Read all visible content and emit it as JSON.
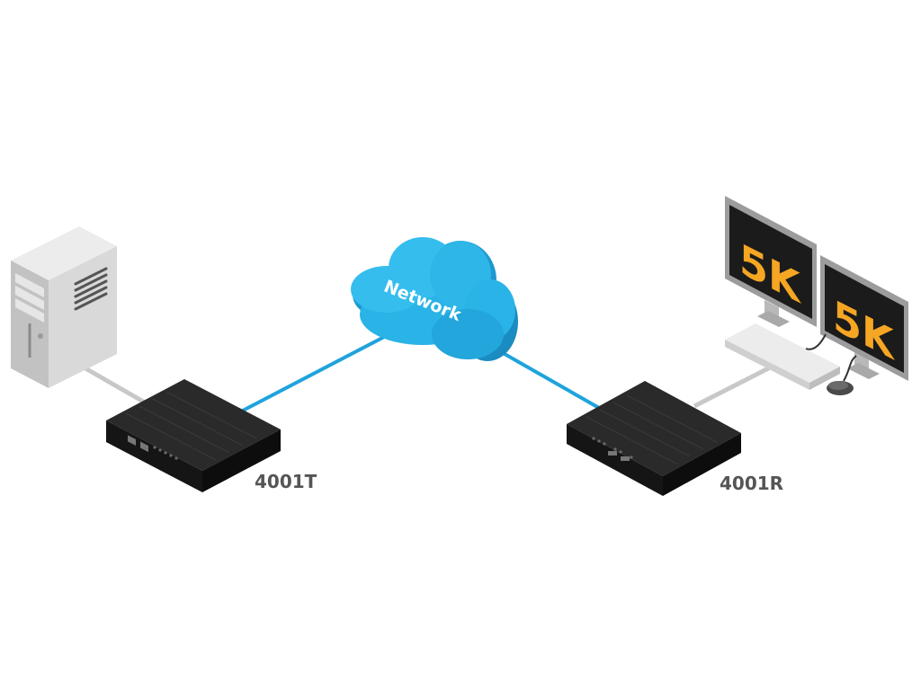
{
  "network": {
    "label": "Network"
  },
  "transmitter": {
    "label": "4001T"
  },
  "receiver": {
    "label": "4001R"
  },
  "monitors": [
    {
      "resolution": "5K"
    },
    {
      "resolution": "5K"
    }
  ],
  "colors": {
    "network_link": "#1fa3dc",
    "cloud": "#29b3e6",
    "device_body": "#1c1c1c",
    "peripheral_link": "#c8c8c8",
    "label_text": "#555555",
    "monitor_text": "#f5a623"
  },
  "icons": [
    "computer-tower-icon",
    "cloud-icon",
    "extender-device-icon",
    "monitor-icon",
    "keyboard-icon",
    "mouse-icon"
  ]
}
